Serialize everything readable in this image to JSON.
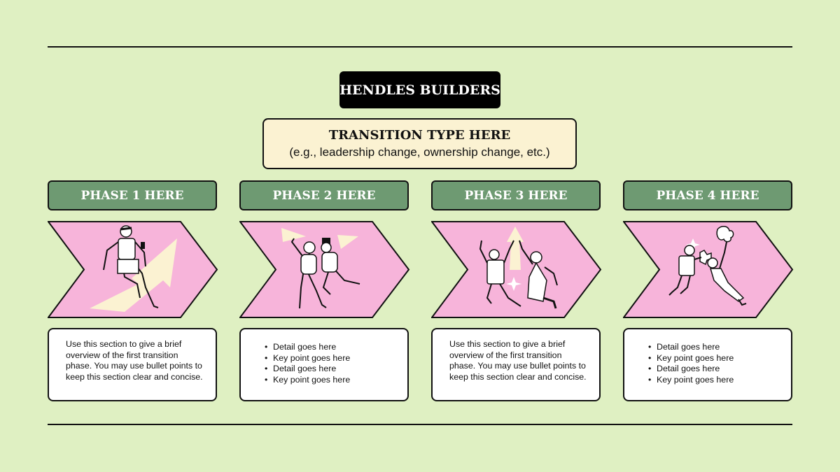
{
  "company": "HENDLES BUILDERS",
  "transition": {
    "title": "TRANSITION TYPE HERE",
    "subtitle": "(e.g., leadership change, ownership change, etc.)"
  },
  "colors": {
    "background": "#dff0c2",
    "phase_header": "#6e9a72",
    "chevron": "#f7b4da",
    "transition_box": "#fbf2d2"
  },
  "phases": [
    {
      "title": "PHASE 1 HERE",
      "illustration": "person-climbing-arrow-illustration",
      "text": "Use this section to give a brief overview of the first transition phase. You may use bullet points to keep this section clear and concise."
    },
    {
      "title": "PHASE 2 HERE",
      "illustration": "two-people-dancing-illustration",
      "bullets": [
        "Detail goes here",
        "Key point goes here",
        "Detail goes here",
        "Key point goes here"
      ]
    },
    {
      "title": "PHASE 3 HERE",
      "illustration": "people-high-five-illustration",
      "text": "Use this section to give a brief overview of the first transition phase. You may use bullet points to keep this section clear and concise."
    },
    {
      "title": "PHASE 4 HERE",
      "illustration": "people-puzzle-pieces-illustration",
      "bullets": [
        "Detail goes here",
        "Key point goes here",
        "Detail goes here",
        "Key point goes here"
      ]
    }
  ]
}
